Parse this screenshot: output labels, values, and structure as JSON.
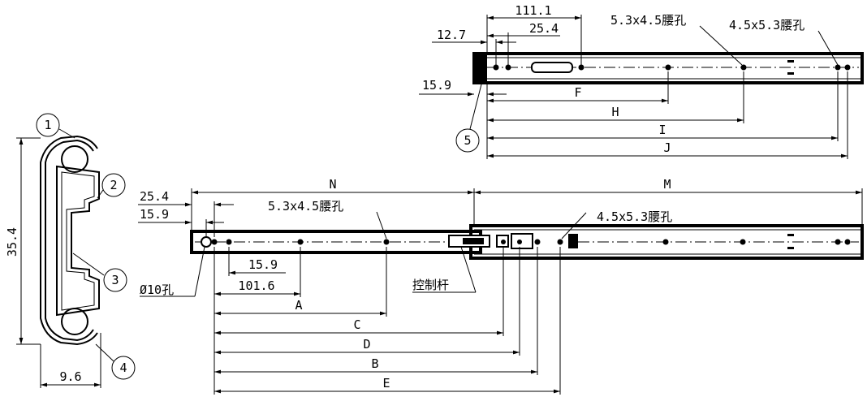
{
  "side_view": {
    "callouts": [
      "1",
      "2",
      "3",
      "4"
    ],
    "height_label": "35.4",
    "width_label": "9.6"
  },
  "top_view": {
    "dims": {
      "d111": "111.1",
      "d127": "12.7",
      "d254": "25.4",
      "d159": "15.9",
      "slot_a": "5.3x4.5腰孔",
      "slot_b": "4.5x5.3腰孔",
      "F": "F",
      "H": "H",
      "I": "I",
      "J": "J"
    },
    "callout": "5"
  },
  "main_view": {
    "dims": {
      "d254": "25.4",
      "d159_top": "15.9",
      "N": "N",
      "M": "M",
      "slot_a": "5.3x4.5腰孔",
      "slot_b": "4.5x5.3腰孔",
      "d159_bottom": "15.9",
      "d1016": "101.6",
      "hole": "Ø10孔",
      "control_rod": "控制杆",
      "A": "A",
      "C": "C",
      "D": "D",
      "B": "B",
      "E": "E"
    }
  }
}
